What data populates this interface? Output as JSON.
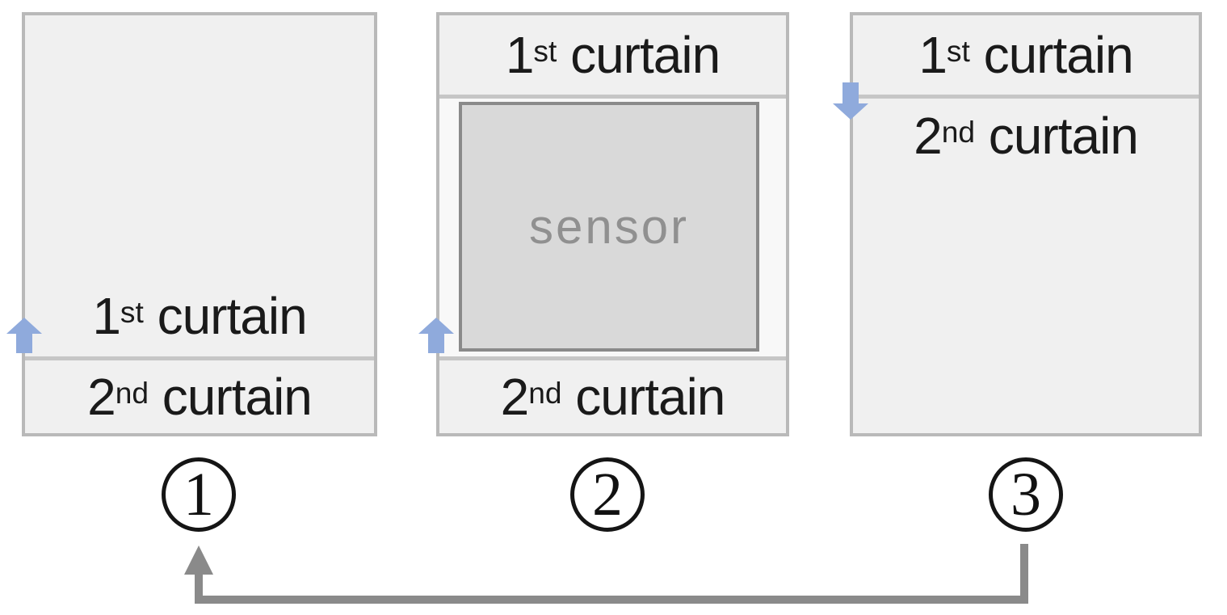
{
  "labels": {
    "first_curtain": {
      "num": "1",
      "sup": "st",
      "word": " curtain"
    },
    "second_curtain": {
      "num": "2",
      "sup": "nd",
      "word": " curtain"
    },
    "sensor": "sensor"
  },
  "steps": [
    {
      "number": "1"
    },
    {
      "number": "2"
    },
    {
      "number": "3"
    }
  ],
  "colors": {
    "curtain_fill": "#f0f0f0",
    "panel_border": "#b9b9b9",
    "separator": "#c6c6c6",
    "open_area_fill": "#f8f8f8",
    "sensor_fill": "#d9d9d9",
    "sensor_border": "#8a8a8a",
    "sensor_text": "#909090",
    "motion_arrow_blue": "#8FAADC",
    "cycle_arrow_gray": "#8a8a8a",
    "badge_outline": "#151515"
  }
}
